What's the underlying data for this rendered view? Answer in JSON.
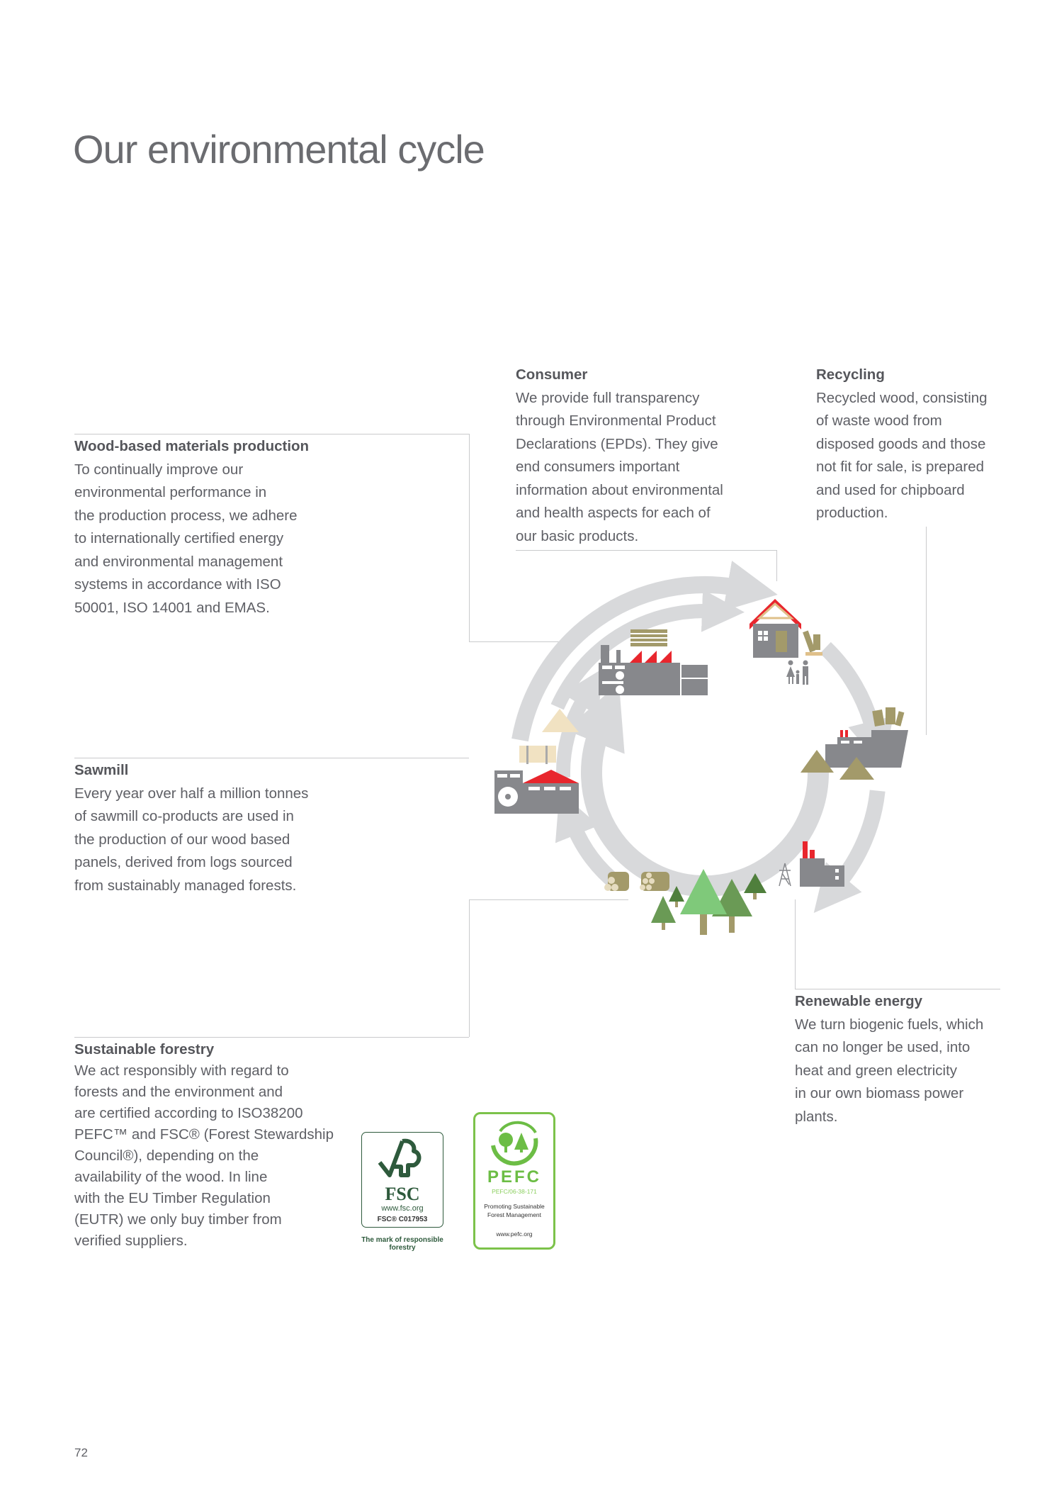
{
  "page": {
    "title": "Our environmental cycle",
    "page_number": "72"
  },
  "sections": {
    "wood_based": {
      "heading": "Wood-based materials production",
      "body": "To continually improve our\nenvironmental performance in\nthe production process, we adhere\nto internationally certified energy\nand environmental management\nsystems in accordance with ISO\n50001, ISO 14001 and EMAS."
    },
    "consumer": {
      "heading": "Consumer",
      "body": "We provide full transparency\nthrough Environmental Product\nDeclarations (EPDs). They give\nend consumers important\ninformation about environmental\nand health aspects for each of\nour basic products."
    },
    "recycling": {
      "heading": "Recycling",
      "body": "Recycled wood, consisting\nof waste wood from\ndisposed goods and those\nnot fit for sale, is prepared\nand used for chipboard\nproduction."
    },
    "sawmill": {
      "heading": "Sawmill",
      "body": "Every year over half a million tonnes\nof sawmill co-products are used in\nthe production of our wood based\npanels, derived from logs sourced\nfrom sustainably managed forests."
    },
    "forestry": {
      "heading": "Sustainable forestry",
      "body": "We act responsibly with regard to\nforests and the environment and\nare certified according to ISO38200\nPEFC™ and FSC® (Forest Stewardship\nCouncil®), depending on the\navailability of the wood. In line\nwith the EU Timber Regulation\n(EUTR) we only buy timber from\nverified suppliers."
    },
    "renewable": {
      "heading": "Renewable energy",
      "body": "We turn biogenic fuels, which\ncan no longer be used, into\nheat and green electricity\nin our own biomass power\nplants."
    }
  },
  "logos": {
    "fsc": {
      "mark": "FSC",
      "url": "www.fsc.org",
      "code": "FSC® C017953",
      "caption": "The mark of responsible forestry"
    },
    "pefc": {
      "mark": "PEFC",
      "code": "PEFC/06-38-171",
      "promo": "Promoting Sustainable Forest Management",
      "url": "www.pefc.org"
    }
  },
  "colors": {
    "arrow": "#d8d9db",
    "building": "#87888c",
    "roof": "#e8262d",
    "wood": "#a39a6a",
    "tree_light": "#7fc97a",
    "tree_mid": "#6a9a55",
    "tree_dark": "#4f7f3c"
  }
}
